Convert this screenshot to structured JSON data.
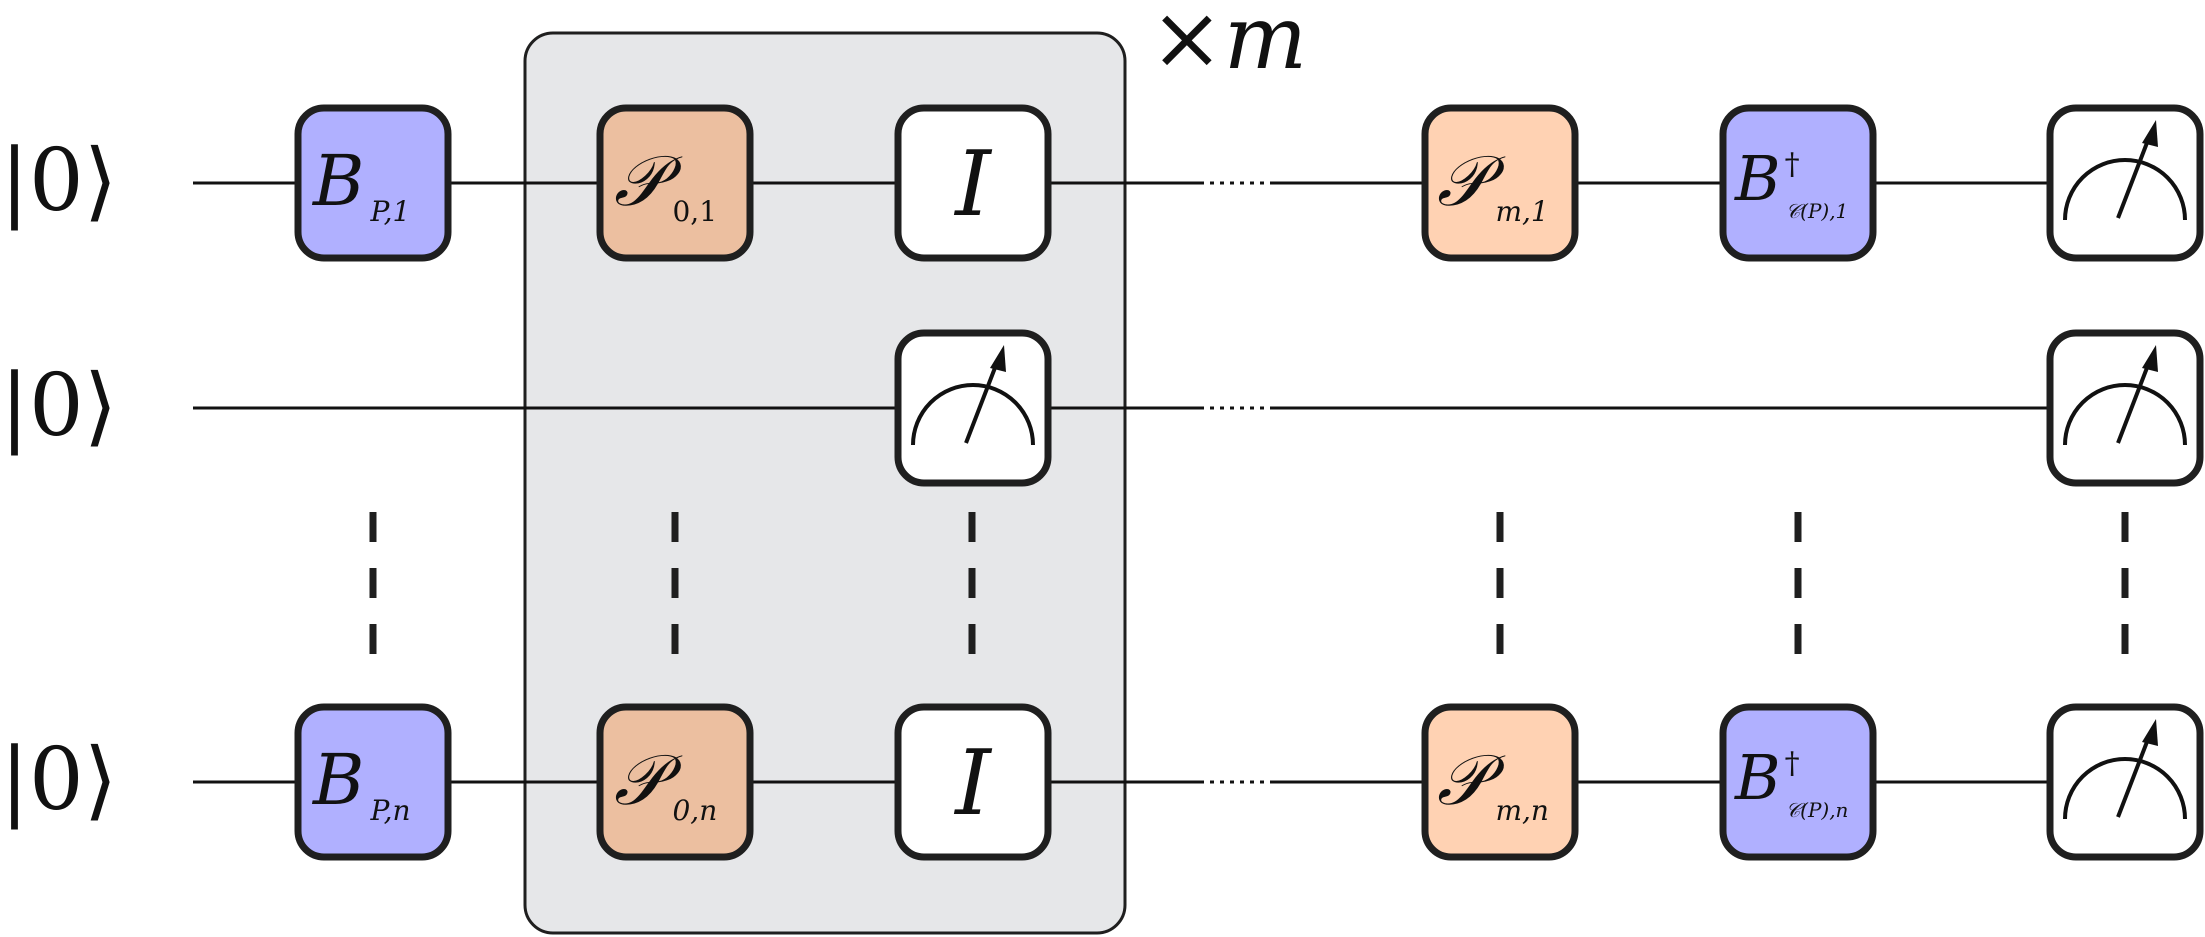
{
  "repeat_label": "×m",
  "colors": {
    "basis_gate_fill": "#b0b0ff",
    "pauli_gate_inner_fill": "#ecbfa0",
    "pauli_gate_outer_fill": "#ffd2b3",
    "identity_fill": "#ffffff",
    "repeat_block_fill": "#e6e7e9",
    "stroke": "#1f1f1f"
  },
  "qubits": [
    {
      "label": "|0⟩"
    },
    {
      "label": "|0⟩"
    },
    {
      "label": "|0⟩"
    }
  ],
  "gates": {
    "basis_1": {
      "main": "B",
      "sub": "P,1"
    },
    "pauli_0_1": {
      "main": "𝒫",
      "sub": "0,1"
    },
    "identity_1": {
      "main": "I"
    },
    "pauli_m_1": {
      "main": "𝒫",
      "sub": "m,1"
    },
    "basis_dag_1": {
      "main": "B",
      "sup": "†",
      "sub": "𝒞(P),1"
    },
    "basis_n": {
      "main": "B",
      "sub": "P,n"
    },
    "pauli_0_n": {
      "main": "𝒫",
      "sub": "0,n"
    },
    "identity_n": {
      "main": "I"
    },
    "pauli_m_n": {
      "main": "𝒫",
      "sub": "m,n"
    },
    "basis_dag_n": {
      "main": "B",
      "sup": "†",
      "sub": "𝒞(P),n"
    }
  },
  "meters": [
    "measure_1_end",
    "measure_ancilla_mid",
    "measure_ancilla_end",
    "measure_n_end"
  ]
}
